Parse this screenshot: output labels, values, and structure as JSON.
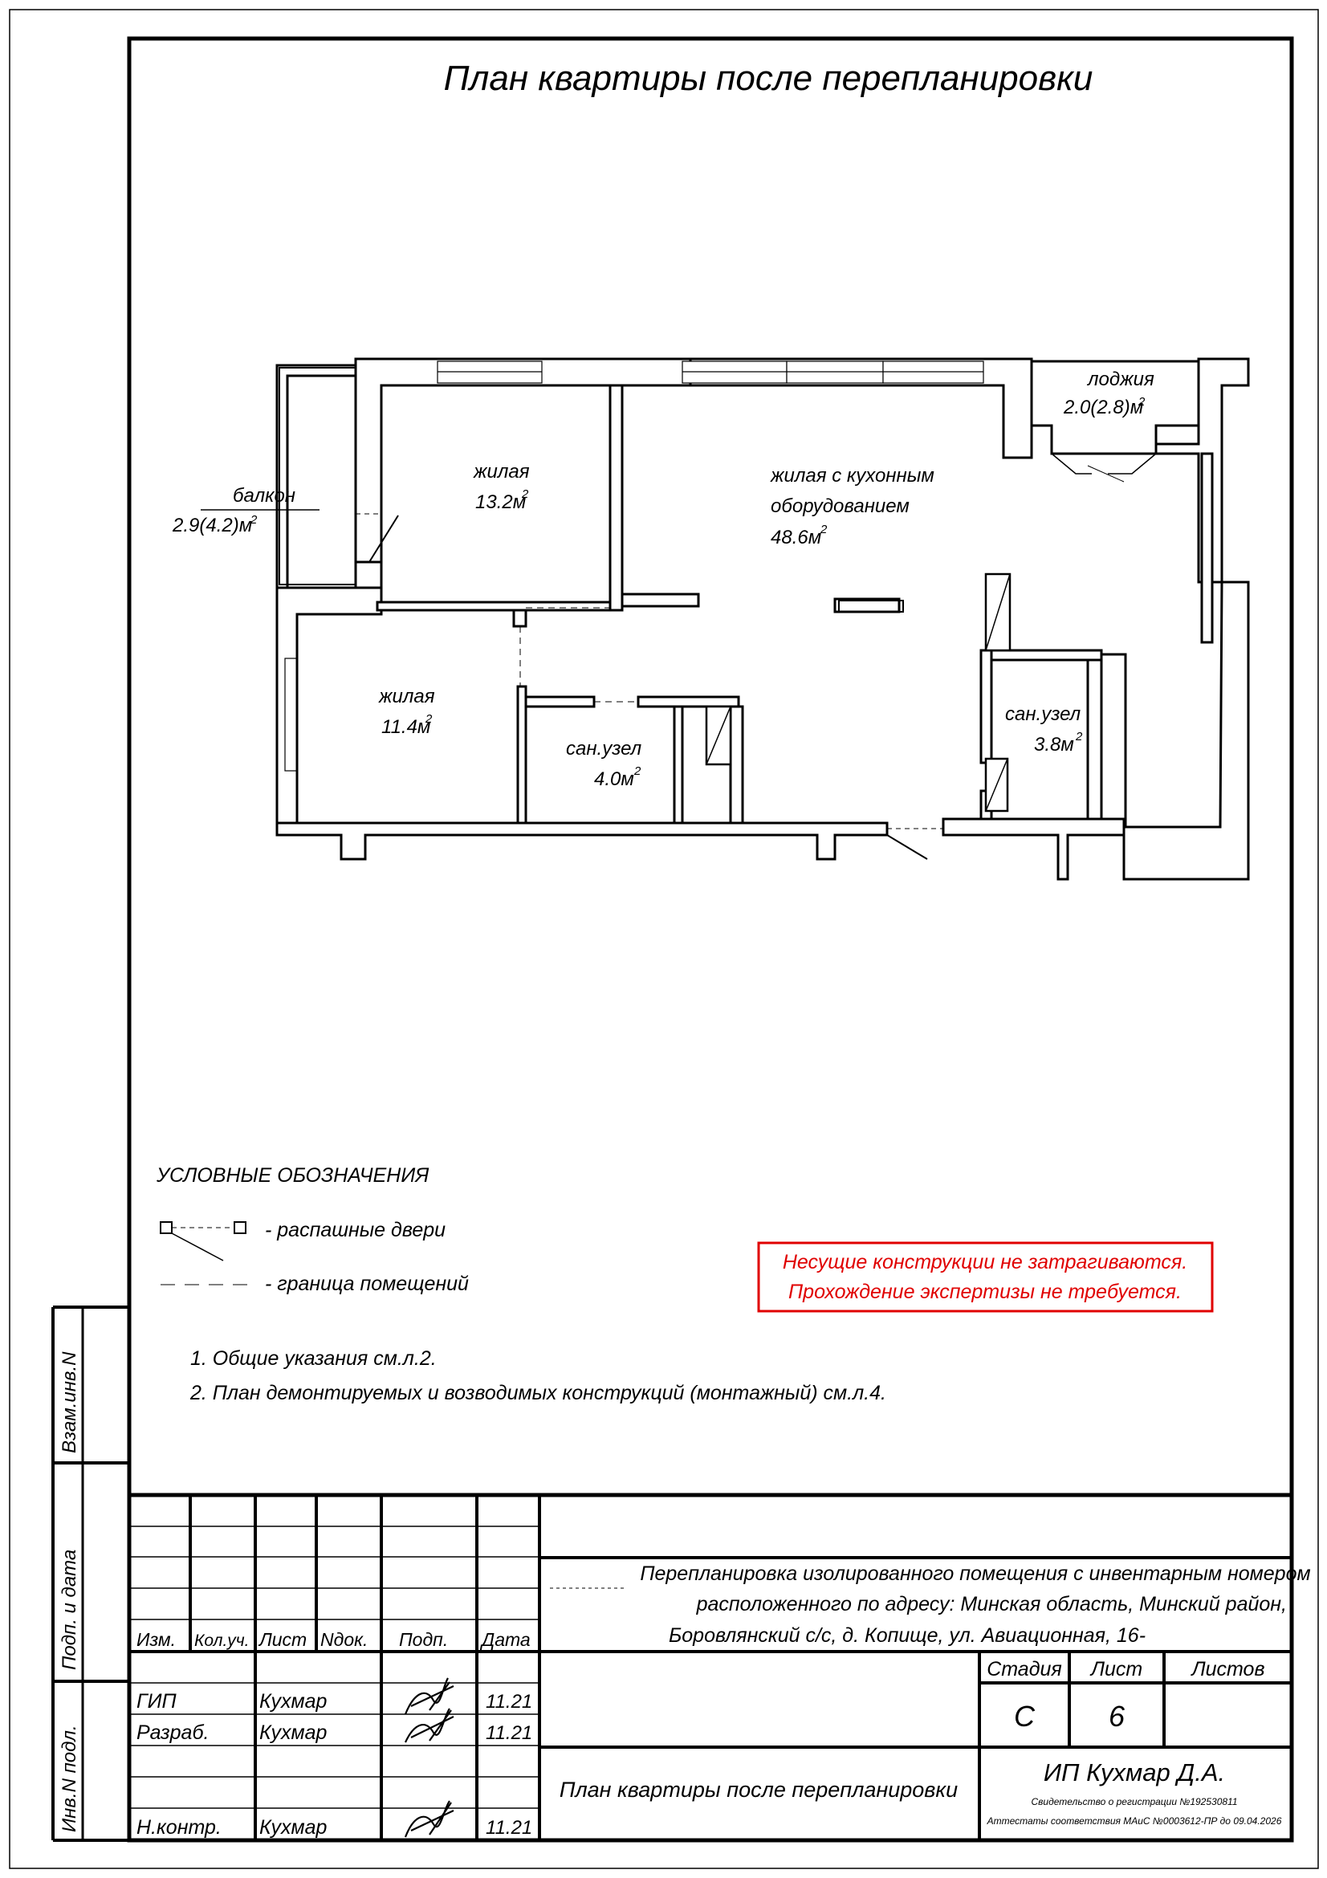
{
  "sheet": {
    "title": "План квартиры после перепланировки"
  },
  "rooms": {
    "balcony": {
      "name": "балкон",
      "area": "2.9(4.2)м",
      "sup": "2"
    },
    "loggia": {
      "name": "лоджия",
      "area": "2.0(2.8)м",
      "sup": "2"
    },
    "living1": {
      "name": "жилая",
      "area": "13.2м",
      "sup": "2"
    },
    "living_kitchen": {
      "name1": "жилая с кухонным",
      "name2": "оборудованием",
      "area": "48.6м",
      "sup": "2"
    },
    "living2": {
      "name": "жилая",
      "area": "11.4м",
      "sup": "2"
    },
    "bath1": {
      "name": "сан.узел",
      "area": "4.0м",
      "sup": "2"
    },
    "bath2": {
      "name": "сан.узел",
      "area": "3.8м",
      "sup": "2"
    }
  },
  "legend": {
    "title": "УСЛОВНЫЕ ОБОЗНАЧЕНИЯ",
    "door": "- распашные двери",
    "boundary": "- граница помещений"
  },
  "warning": {
    "line1": "Несущие конструкции не затрагиваются.",
    "line2": "Прохождение экспертизы не требуется.",
    "color": "#e00000"
  },
  "notes": [
    "1.  Общие указания см.л.2.",
    "2.  План демонтируемых и возводимых конструкций (монтажный) см.л.4."
  ],
  "side_labels": {
    "vzam": "Взам.инв.N",
    "podp": "Подп. и дата",
    "inv": "Инв.N подл."
  },
  "title_block": {
    "headers": {
      "izm": "Изм.",
      "koluch": "Кол.уч.",
      "list": "Лист",
      "ndok": "Nдок.",
      "podp": "Подп.",
      "data": "Дата"
    },
    "project_line1": "Перепланировка изолированного помещения с инвентарным номером",
    "project_line2": "расположенного по адресу: Минская область, Минский район,",
    "project_line3": "Боровлянский с/с, д. Копище, ул. Авиационная, 16-",
    "stage_label": "Стадия",
    "sheet_label": "Лист",
    "sheets_label": "Листов",
    "stage_value": "С",
    "sheet_value": "6",
    "sheets_value": "",
    "roles": [
      {
        "role": "ГИП",
        "name": "Кухмар",
        "date": "11.21"
      },
      {
        "role": "Разраб.",
        "name": "Кухмар",
        "date": "11.21"
      },
      {
        "role": "Н.контр.",
        "name": "Кухмар",
        "date": "11.21"
      }
    ],
    "sheet_name": "План квартиры после перепланировки",
    "org_name": "ИП Кухмар Д.А.",
    "org_line1": "Свидетельство о регистрации №192530811",
    "org_line2": "Аттестаты соответствия МАиС №0003612-ПР до 09.04.2026"
  }
}
